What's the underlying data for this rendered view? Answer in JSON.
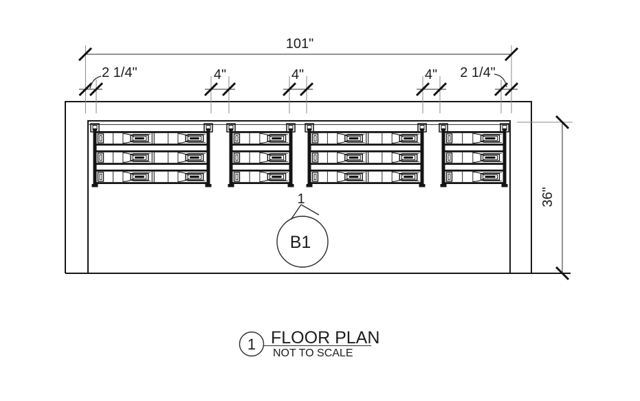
{
  "drawing": {
    "dimensions": {
      "overall_width": "101\"",
      "left_offset": "2 1/4\"",
      "gap_1": "4\"",
      "gap_2": "4\"",
      "gap_3": "4\"",
      "right_offset": "2 1/4\"",
      "wall_depth": "36\""
    },
    "keynote": {
      "number": "1",
      "tag": "B1"
    },
    "title_block": {
      "detail_number": "1",
      "title": "FLOOR PLAN",
      "scale": "NOT TO SCALE"
    }
  }
}
